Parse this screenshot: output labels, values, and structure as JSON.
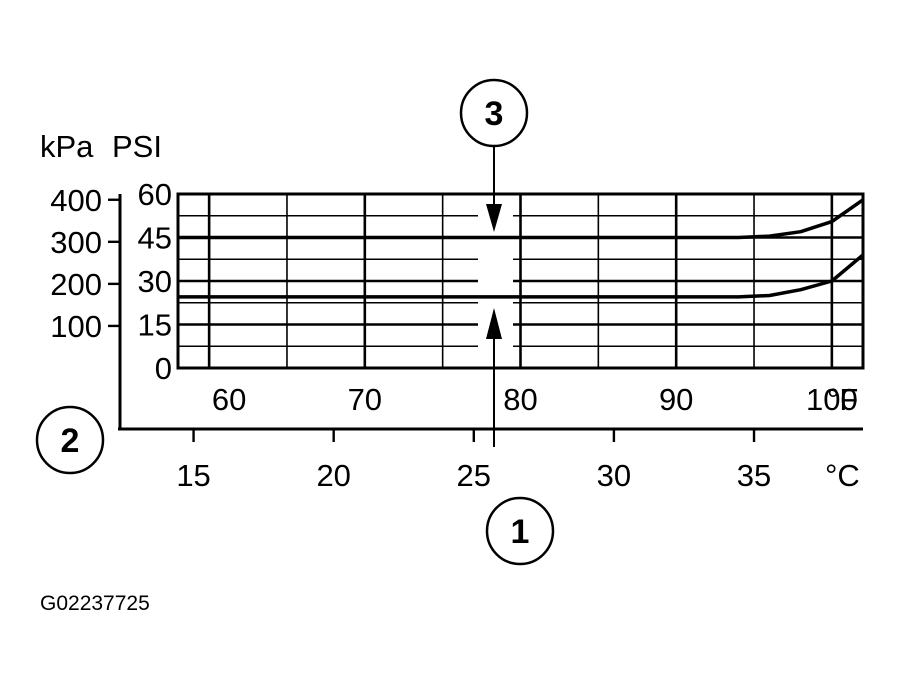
{
  "chart_data": {
    "type": "line",
    "title": "",
    "units": {
      "pressure_primary": "kPa",
      "pressure_secondary": "PSI"
    },
    "y_axis_psi": {
      "label": "PSI",
      "ticks": [
        "0",
        "15",
        "30",
        "45",
        "60"
      ],
      "range": [
        0,
        60
      ]
    },
    "y_axis_kpa": {
      "label": "kPa",
      "ticks": [
        "100",
        "200",
        "300",
        "400"
      ],
      "values": [
        100,
        200,
        300,
        400
      ]
    },
    "x_axis_f": {
      "ticks": [
        "60",
        "70",
        "80",
        "90",
        "100"
      ],
      "unit": "°F",
      "range": [
        58,
        102
      ]
    },
    "x_axis_c": {
      "ticks": [
        "15",
        "20",
        "25",
        "30",
        "35"
      ],
      "unit": "°C",
      "values": [
        15,
        20,
        25,
        30,
        35
      ]
    },
    "series": [
      {
        "x": [
          58,
          94,
          96,
          98,
          100,
          102
        ],
        "y": [
          45,
          45,
          45.5,
          47,
          50.5,
          58
        ]
      },
      {
        "x": [
          58,
          94,
          96,
          98,
          100,
          102
        ],
        "y": [
          24.5,
          24.5,
          25,
          27,
          30,
          39
        ]
      }
    ],
    "callouts": [
      "1",
      "2",
      "3"
    ],
    "figure_id": "G02237725"
  }
}
